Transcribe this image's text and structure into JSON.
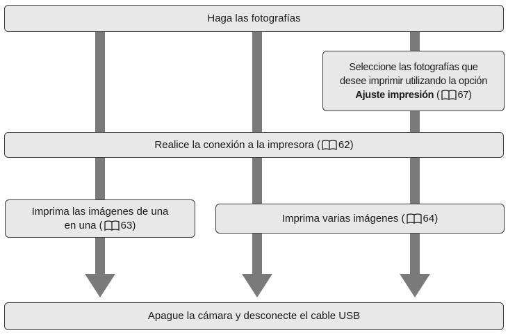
{
  "flow": {
    "step_take": {
      "text": "Haga las fotografías"
    },
    "step_select": {
      "line1": "Seleccione las fotografías que",
      "line2": "desee imprimir utilizando la opción",
      "bold": "Ajuste impresión",
      "open": " (",
      "page": "67",
      "close": ")"
    },
    "step_connect": {
      "text": "Realice la conexión a la impresora (",
      "page": "62",
      "close": ")"
    },
    "step_print_one": {
      "line1": "Imprima las imágenes de una",
      "line2": "en una (",
      "page": "63",
      "close": ")"
    },
    "step_print_multi": {
      "text": "Imprima varias imágenes (",
      "page": "64",
      "close": ")"
    },
    "step_off": {
      "text": "Apague la cámara y desconecte el cable USB"
    }
  },
  "colors": {
    "box_fill": "#e8e8e8",
    "box_border": "#3a3a3a",
    "arrow": "#7a7a7a"
  },
  "icons": {
    "page_ref": "book-icon"
  }
}
